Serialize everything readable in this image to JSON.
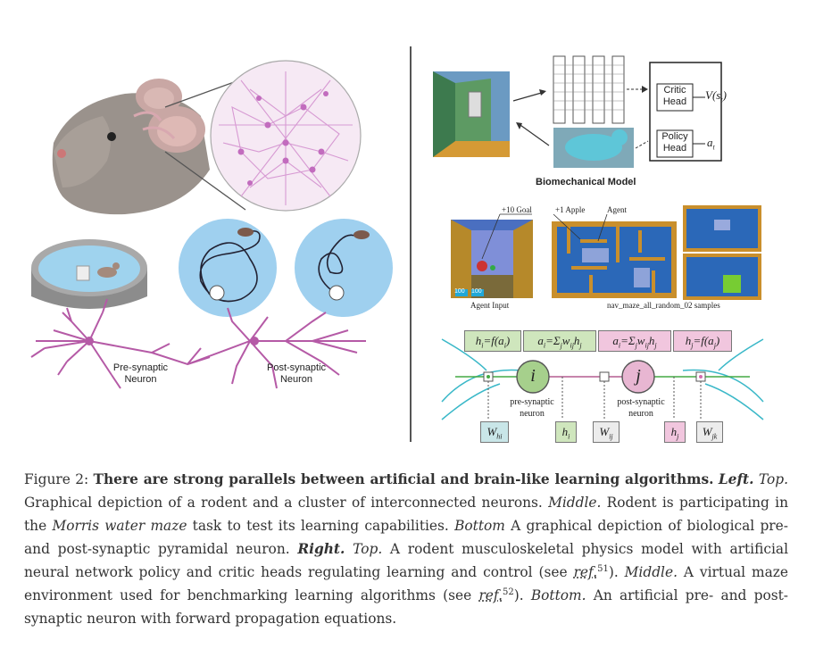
{
  "left_panel": {
    "neuron_labels": {
      "pre": [
        "Pre-synaptic",
        "Neuron"
      ],
      "post": [
        "Post-synaptic",
        "Neuron"
      ]
    }
  },
  "right_panel": {
    "rl_diagram": {
      "critic_head": [
        "Critic",
        "Head"
      ],
      "policy_head": [
        "Policy",
        "Head"
      ],
      "critic_output": "V(s",
      "critic_output_sub": "t",
      "critic_output_close": ")",
      "policy_output": "a",
      "policy_output_sub": "t",
      "model_label": "Biomechanical Model"
    },
    "maze": {
      "goal_label": "+10 Goal",
      "apple_label": "+1 Apple",
      "agent_label": "Agent",
      "input_caption": "Agent Input",
      "samples_caption": "nav_maze_all_random_02 samples",
      "hud_left": "100",
      "hud_right": "100"
    },
    "network": {
      "eq1": "h",
      "eq1_sub": "i",
      "eq1_rest": "=f(a",
      "eq1_sub2": "i",
      "eq1_close": ")",
      "eq2": "a",
      "eq2_sub": "i",
      "eq2_rest": "=Σ",
      "eq2_sub2": "j",
      "eq2_w": "w",
      "eq2_sub3": "ij",
      "eq2_h": "h",
      "eq2_sub4": "j",
      "eq3": "a",
      "eq3_sub": "i",
      "eq3_rest": "=Σ",
      "eq3_sub2": "j",
      "eq3_w": "w",
      "eq3_sub3": "ij",
      "eq3_h": "h",
      "eq3_sub4": "j",
      "eq4": "h",
      "eq4_sub": "j",
      "eq4_rest": "=f(a",
      "eq4_sub2": "j",
      "eq4_close": ")",
      "node_i": "i",
      "node_j": "j",
      "pre_label": [
        "pre-synaptic",
        "neuron"
      ],
      "post_label": [
        "post-synaptic",
        "neuron"
      ],
      "box_whi": "W",
      "box_whi_sub": "hi",
      "box_hi": "h",
      "box_hi_sub": "i",
      "box_wij": "W",
      "box_wij_sub": "ij",
      "box_hj": "h",
      "box_hj_sub": "j",
      "box_wjk": "W",
      "box_wjk_sub": "jk"
    }
  },
  "caption": {
    "figure_label": "Figure 2: ",
    "title": "There are strong parallels between artificial and brain-like learning algorithms.",
    "left_label": "Left.",
    "top1": "Top.",
    "t1": " Graphical depiction of a rodent and a cluster of interconnected neurons. ",
    "middle1": "Middle.",
    "t2": " Rodent is participating in the ",
    "morris": "Morris water maze",
    "t3": " task to test its learning capabilities. ",
    "bottom1": "Bottom",
    "t4": " A graphical depiction of biological pre- and post-synaptic pyramidal neuron. ",
    "right_label": "Right.",
    "top2": "Top.",
    "t5": " A rodent musculoskeletal physics model with artificial neural network policy and critic heads regulating learning and control (see ",
    "ref_a": "ref.",
    "ref_a_num": "51",
    "t6": "). ",
    "middle2": "Middle.",
    "t7": " A virtual maze environment used for benchmarking learning algorithms (see ",
    "ref_b": "ref.",
    "ref_b_num": "52",
    "t8": "). ",
    "bottom2": "Bottom.",
    "t9": " An artificial pre- and post-synaptic neuron with forward propagation equations."
  }
}
